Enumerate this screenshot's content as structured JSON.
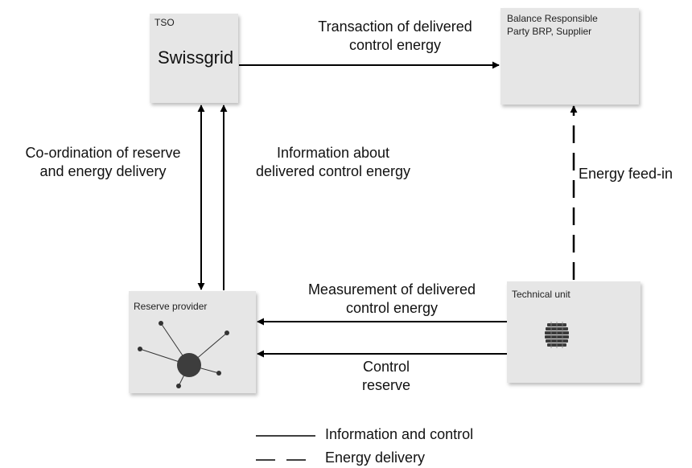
{
  "nodes": {
    "tso": {
      "tag": "TSO",
      "name": "Swissgrid"
    },
    "brp": {
      "line1": "Balance Responsible",
      "line2": "Party BRP, Supplier"
    },
    "reserve": {
      "name": "Reserve provider"
    },
    "tech": {
      "name": "Technical unit"
    }
  },
  "edges": {
    "transaction": [
      "Transaction of  delivered",
      "control energy"
    ],
    "coordination": [
      "Co-ordination of  reserve",
      "and energy delivery"
    ],
    "information": [
      "Information about",
      "delivered control energy"
    ],
    "feedin": "Energy feed-in",
    "measurement": [
      "Measurement of delivered",
      "control energy"
    ],
    "control": [
      "Control",
      "reserve"
    ]
  },
  "legend": {
    "info": "Information and control",
    "energy": "Energy delivery"
  }
}
